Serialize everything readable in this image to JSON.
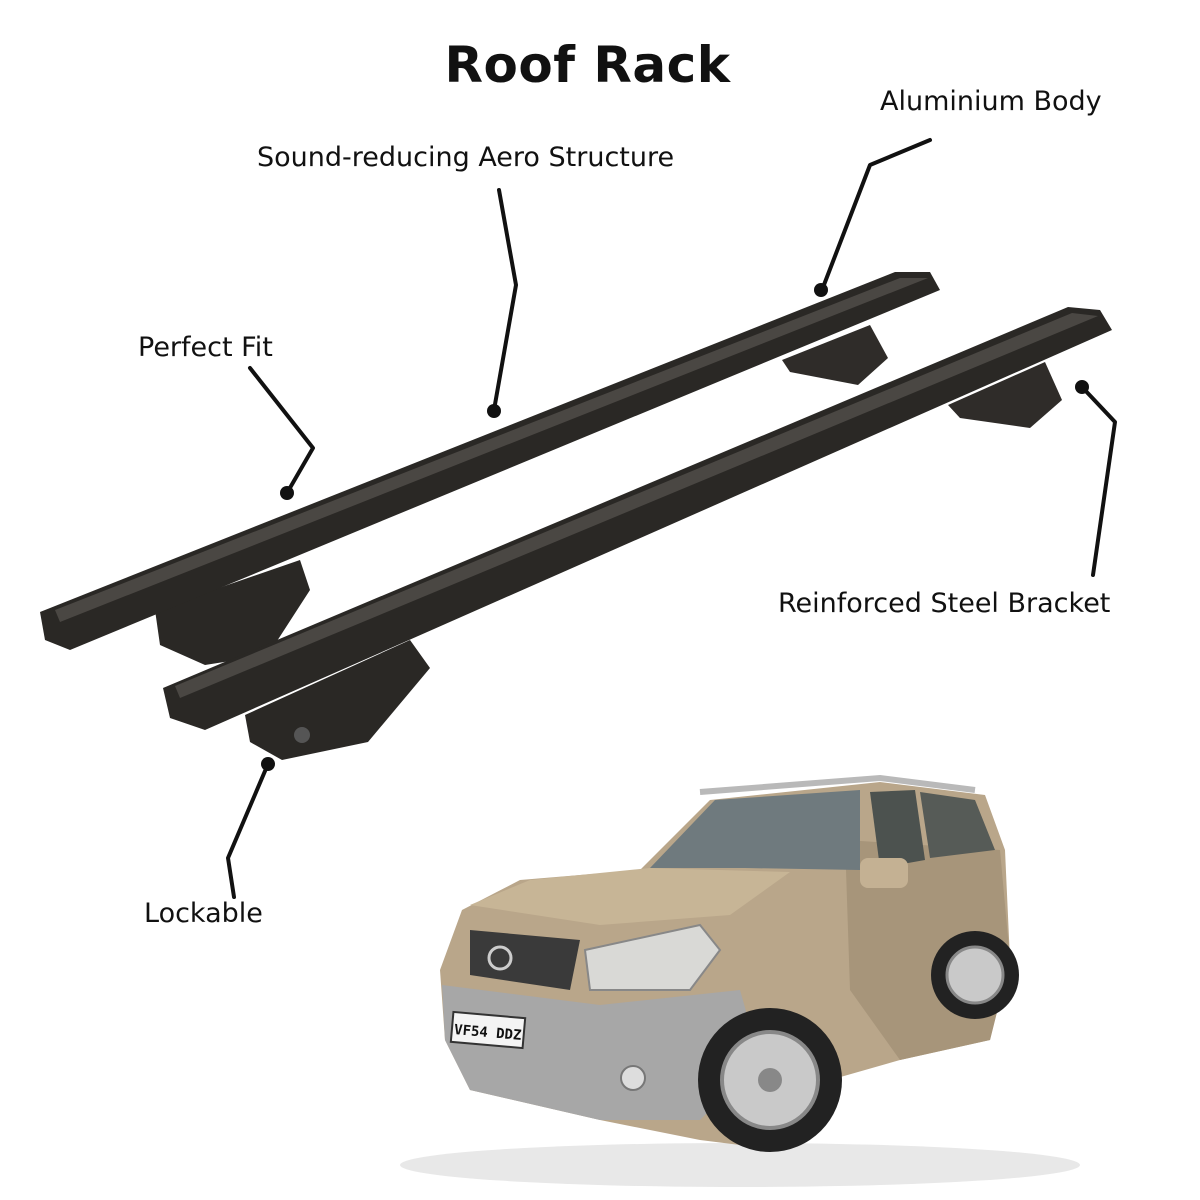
{
  "title": "Roof Rack",
  "labels": {
    "aero": "Sound-reducing Aero Structure",
    "aluminium": "Aluminium Body",
    "fit": "Perfect Fit",
    "steel": "Reinforced Steel Bracket",
    "lockable": "Lockable"
  },
  "car": {
    "plate": "VF54 DDZ"
  },
  "colors": {
    "bar": "#2a2825",
    "bar_highlight": "#4a4743",
    "car_body": "#b9a68a",
    "bumper": "#a7a7a7"
  }
}
